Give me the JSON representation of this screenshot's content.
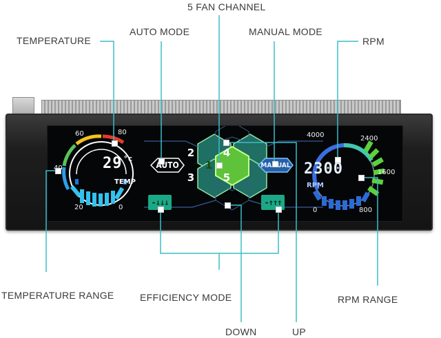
{
  "callouts": {
    "fan_channel": "5 FAN CHANNEL",
    "temperature": "TEMPERATURE",
    "auto_mode": "AUTO MODE",
    "manual_mode": "MANUAL MODE",
    "rpm": "RPM",
    "temperature_range": "TEMPERATURE RANGE",
    "efficiency_mode": "EFFICIENCY MODE",
    "rpm_range": "RPM RANGE",
    "down": "DOWN",
    "up": "UP"
  },
  "temp_gauge": {
    "value": "29",
    "unit": "°c",
    "label": "TEMP",
    "scale": [
      "60",
      "80",
      "40",
      "20",
      "0"
    ]
  },
  "modes": {
    "auto": "AUTO",
    "manual": "MANUAL"
  },
  "channels": [
    "1",
    "2",
    "3",
    "4",
    "5"
  ],
  "efficiency_buttons": {
    "down": "-↓↓↓",
    "up": "-↑↑↑"
  },
  "rpm_gauge": {
    "value": "2300",
    "label": "RPM",
    "scale": [
      "4000",
      "2400",
      "1600",
      "800",
      "0"
    ]
  },
  "colors": {
    "hex_fill": "#1f8f7c",
    "hex_active": "#7ddc3a",
    "button_teal": "#1ba886",
    "callout_line": "#3bbdc7"
  }
}
